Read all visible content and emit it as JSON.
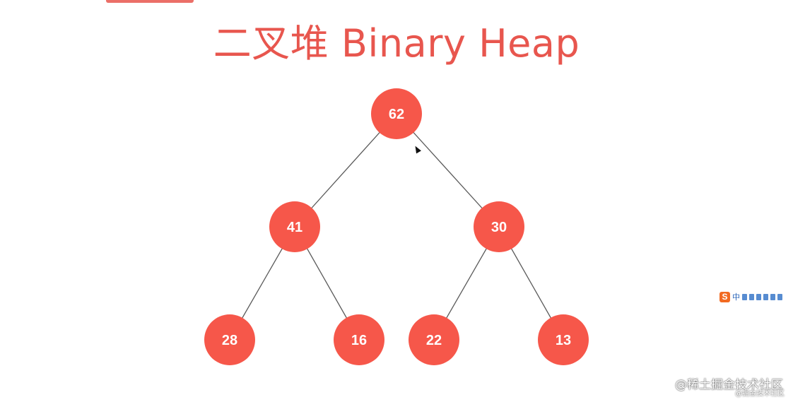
{
  "title": "二叉堆 Binary Heap",
  "tree": {
    "nodes": [
      {
        "id": "n62",
        "value": "62"
      },
      {
        "id": "n41",
        "value": "41"
      },
      {
        "id": "n30",
        "value": "30"
      },
      {
        "id": "n28",
        "value": "28"
      },
      {
        "id": "n16",
        "value": "16"
      },
      {
        "id": "n22",
        "value": "22"
      },
      {
        "id": "n13",
        "value": "13"
      }
    ],
    "edges": [
      [
        "n62",
        "n41"
      ],
      [
        "n62",
        "n30"
      ],
      [
        "n41",
        "n28"
      ],
      [
        "n41",
        "n16"
      ],
      [
        "n30",
        "n22"
      ],
      [
        "n30",
        "n13"
      ]
    ]
  },
  "ime_toolbar": {
    "logo": "S",
    "mode": "中"
  },
  "watermark": {
    "main": "@稀土掘金技术社区",
    "secondary": "@掘金技术社区"
  },
  "colors": {
    "accent": "#e8564e",
    "node_fill": "#f6574a",
    "edge": "#5a5a5a"
  }
}
